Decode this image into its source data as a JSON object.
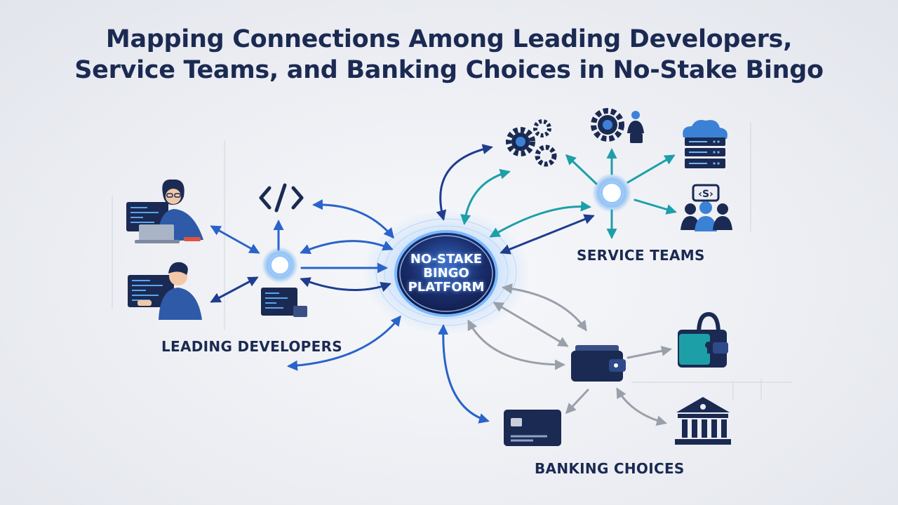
{
  "title": {
    "line1": "Mapping Connections Among Leading Developers,",
    "line2": "Service Teams, and Banking Choices in No-Stake Bingo"
  },
  "hub": {
    "line1": "NO-STAKE",
    "line2": "BINGO",
    "line3": "PLATFORM"
  },
  "groups": {
    "developers": "LEADING DEVELOPERS",
    "service": "SERVICE TEAMS",
    "banking": "BANKING CHOICES"
  },
  "icons": {
    "developers": [
      "female-developer-icon",
      "code-brackets-icon",
      "male-developer-icon",
      "code-window-icon"
    ],
    "service": [
      "gears-icon",
      "gear-person-icon",
      "cloud-server-icon",
      "support-team-icon"
    ],
    "banking": [
      "wallet-icon",
      "locked-wallet-icon",
      "credit-card-icon",
      "bank-icon"
    ]
  },
  "colors": {
    "title": "#1b2a52",
    "developers_arrows": "#2a63c9",
    "service_arrows": "#1d9fa8",
    "banking_arrows": "#9aa0aa",
    "hub": "#1a2d6b"
  }
}
